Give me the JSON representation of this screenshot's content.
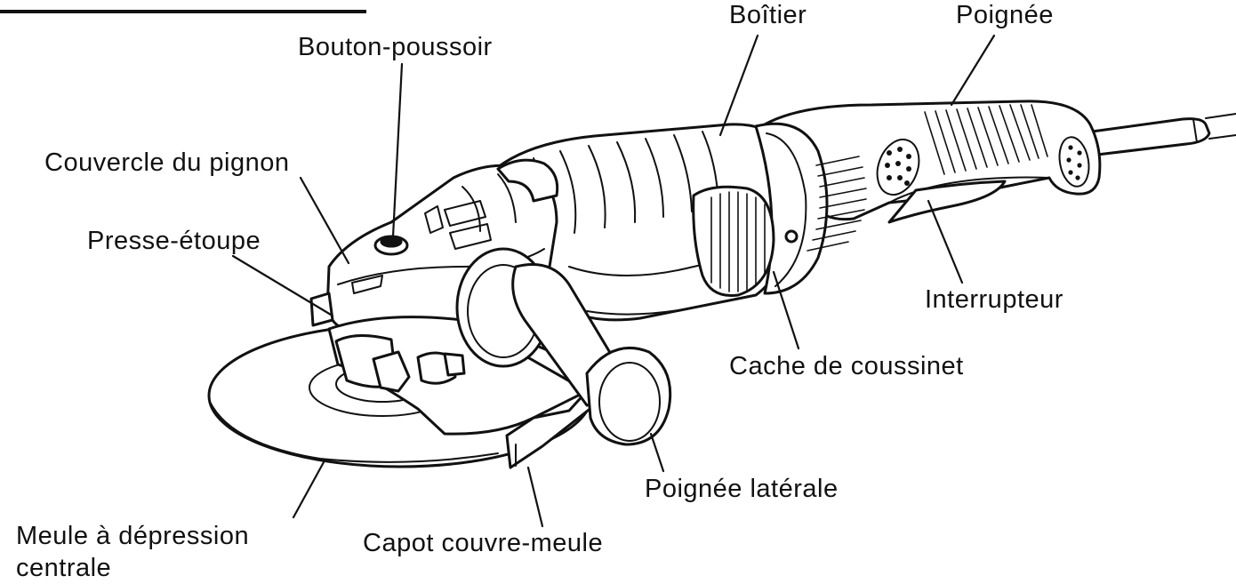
{
  "labels": {
    "boitier": "Boîtier",
    "poignee": "Poignée",
    "bouton_poussoir": "Bouton-poussoir",
    "couvercle_pignon": "Couvercle du pignon",
    "presse_etoupe": "Presse-étoupe",
    "interrupteur": "Interrupteur",
    "cache_coussinet": "Cache de coussinet",
    "poignee_laterale": "Poignée latérale",
    "meule_depression": "Meule à dépression\ncentrale",
    "capot_couvre_meule": "Capot couvre-meule"
  },
  "colors": {
    "ink": "#111111",
    "paper": "#ffffff"
  }
}
